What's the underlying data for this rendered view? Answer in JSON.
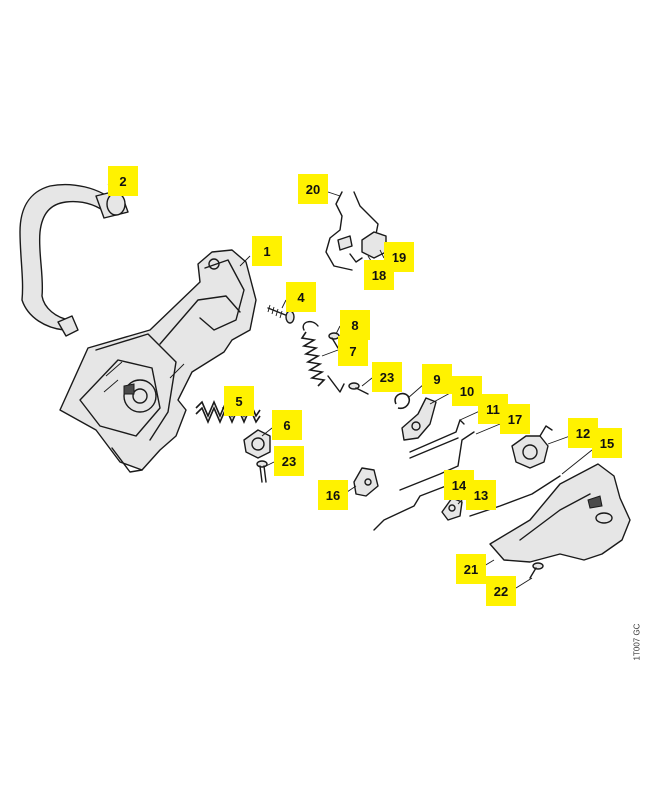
{
  "callouts": [
    {
      "id": "part-1",
      "label": "1"
    },
    {
      "id": "part-2",
      "label": "2"
    },
    {
      "id": "part-4",
      "label": "4"
    },
    {
      "id": "part-5",
      "label": "5"
    },
    {
      "id": "part-6",
      "label": "6"
    },
    {
      "id": "part-7",
      "label": "7"
    },
    {
      "id": "part-8",
      "label": "8"
    },
    {
      "id": "part-9",
      "label": "9"
    },
    {
      "id": "part-10",
      "label": "10"
    },
    {
      "id": "part-11",
      "label": "11"
    },
    {
      "id": "part-12",
      "label": "12"
    },
    {
      "id": "part-13",
      "label": "13"
    },
    {
      "id": "part-14",
      "label": "14"
    },
    {
      "id": "part-15",
      "label": "15"
    },
    {
      "id": "part-16",
      "label": "16"
    },
    {
      "id": "part-17",
      "label": "17"
    },
    {
      "id": "part-18",
      "label": "18"
    },
    {
      "id": "part-19",
      "label": "19"
    },
    {
      "id": "part-20",
      "label": "20"
    },
    {
      "id": "part-21",
      "label": "21"
    },
    {
      "id": "part-22",
      "label": "22"
    },
    {
      "id": "part-23a",
      "label": "23"
    },
    {
      "id": "part-23b",
      "label": "23"
    }
  ],
  "reference_code": "1T007 GC",
  "colors": {
    "callout_fill": "#fff200",
    "line": "#1a1a1a"
  }
}
